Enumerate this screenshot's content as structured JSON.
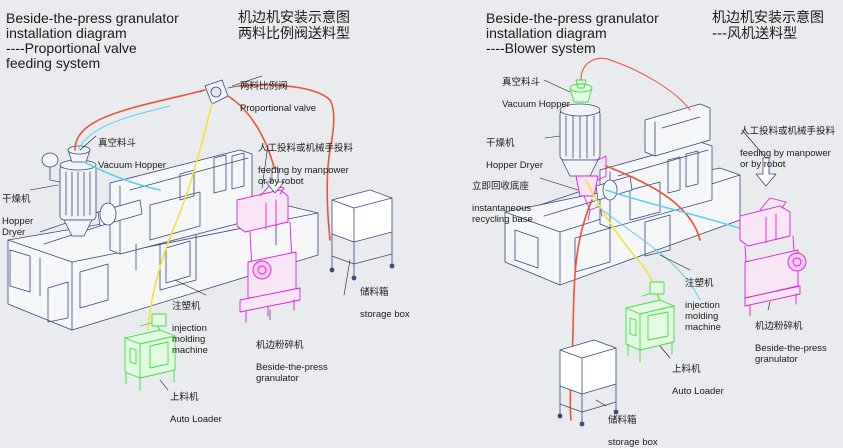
{
  "left": {
    "title_en": "Beside-the-press granulator\ninstallation diagram\n----Proportional valve\n     feeding system",
    "title_cn": "机边机安装示意图\n两料比例阀送料型",
    "valve": {
      "cn": "两料比例阀",
      "en": "Proportional valve"
    },
    "hopper": {
      "cn": "真空料斗",
      "en": "Vacuum Hopper"
    },
    "dryer": {
      "cn": "干燥机",
      "en": "Hopper\nDryer"
    },
    "feeding": {
      "cn": "人工投料或机械手投料",
      "en": "feeding by manpower\nor by robot"
    },
    "storage": {
      "cn": "储料箱",
      "en": "storage box"
    },
    "injection": {
      "cn": "注塑机",
      "en": "injection\nmolding\nmachine"
    },
    "granulator": {
      "cn": "机边粉碎机",
      "en": "Beside-the-press\ngranulator"
    },
    "loader": {
      "cn": "上料机",
      "en": "Auto Loader"
    }
  },
  "right": {
    "title_en": "Beside-the-press granulator\ninstallation diagram\n----Blower system",
    "title_cn": "机边机安装示意图\n---风机送料型",
    "hopper": {
      "cn": "真空料斗",
      "en": "Vacuum Hopper"
    },
    "dryer": {
      "cn": "干燥机",
      "en": "Hopper Dryer"
    },
    "recycling": {
      "cn": "立即回收底座",
      "en": "instantaneous\nrecycling base"
    },
    "feeding": {
      "cn": "人工投料或机械手投料",
      "en": "feeding by manpower\nor by robot"
    },
    "injection": {
      "cn": "注塑机",
      "en": "injection\nmolding\nmachine"
    },
    "granulator": {
      "cn": "机边粉碎机",
      "en": "Beside-the-press\ngranulator"
    },
    "loader": {
      "cn": "上料机",
      "en": "Auto Loader"
    },
    "storage": {
      "cn": "储料箱",
      "en": "storage box"
    }
  },
  "colors": {
    "line_art": "#3a4a7a",
    "granulator": "#e01fd6",
    "loader": "#3fe23f",
    "pipe_red": "#e9513a",
    "pipe_blue": "#5fd0ee",
    "pipe_yellow": "#f3e33a",
    "background": "#e9ebee"
  }
}
